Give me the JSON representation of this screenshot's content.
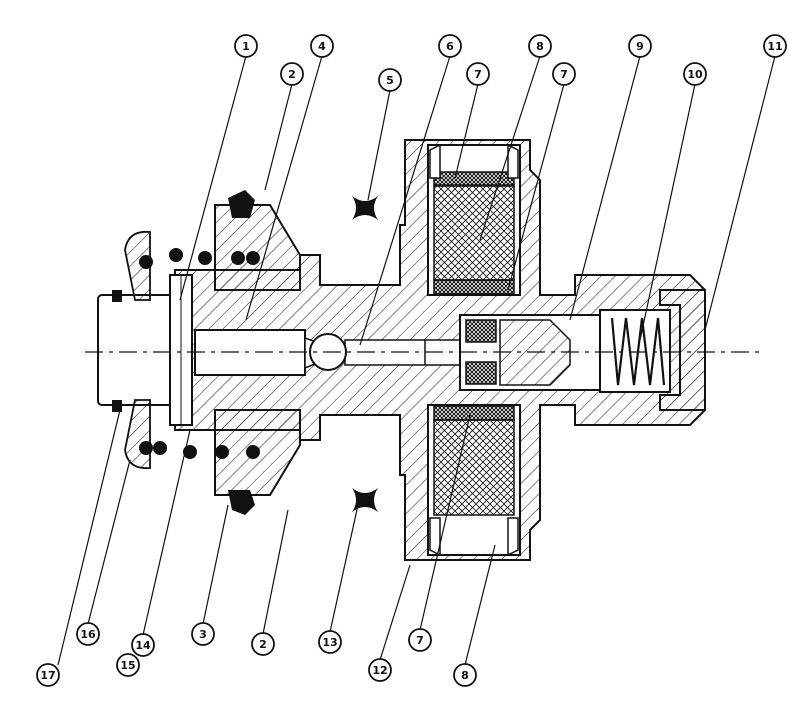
{
  "callouts": [
    {
      "id": "c1",
      "label": "1"
    },
    {
      "id": "c2a",
      "label": "2"
    },
    {
      "id": "c4",
      "label": "4"
    },
    {
      "id": "c5",
      "label": "5"
    },
    {
      "id": "c6",
      "label": "6"
    },
    {
      "id": "c7a",
      "label": "7"
    },
    {
      "id": "c8a",
      "label": "8"
    },
    {
      "id": "c7b",
      "label": "7"
    },
    {
      "id": "c9",
      "label": "9"
    },
    {
      "id": "c10",
      "label": "10"
    },
    {
      "id": "c11",
      "label": "11"
    },
    {
      "id": "c17",
      "label": "17"
    },
    {
      "id": "c16",
      "label": "16"
    },
    {
      "id": "c14",
      "label": "14"
    },
    {
      "id": "c15",
      "label": "15"
    },
    {
      "id": "c3",
      "label": "3"
    },
    {
      "id": "c2b",
      "label": "2"
    },
    {
      "id": "c13",
      "label": "13"
    },
    {
      "id": "c12",
      "label": "12"
    },
    {
      "id": "c7c",
      "label": "7"
    },
    {
      "id": "c8b",
      "label": "8"
    }
  ]
}
